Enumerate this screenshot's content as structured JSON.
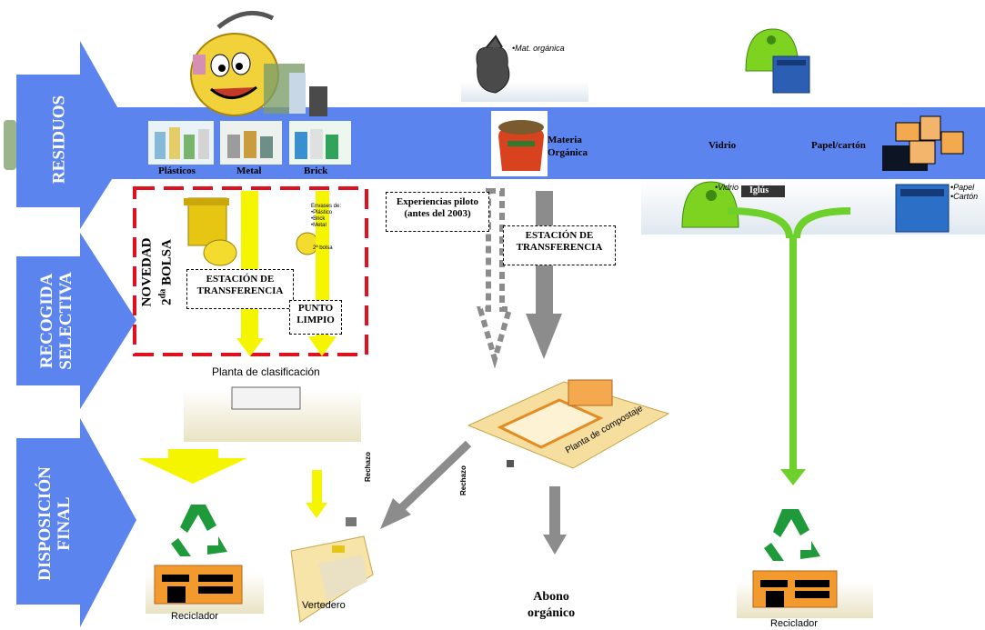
{
  "stages": {
    "residuos": "RESIDUOS",
    "recogida_line1": "RECOGIDA",
    "recogida_line2": "SELECTIVA",
    "disposicion_line1": "DISPOSICIÓN",
    "disposicion_line2": "FINAL"
  },
  "waste_types": {
    "plasticos": "Plásticos",
    "metal": "Metal",
    "brick": "Brick",
    "materia_line1": "Materia",
    "materia_line2": "Orgánica",
    "vidrio": "Vidrio",
    "papel": "Papel/cartón"
  },
  "illustration_labels": {
    "mat_organica": "•Mat. orgánica",
    "vidrio_bin": "•Vidrio",
    "papel_bin_line1": "•Papel",
    "papel_bin_line2": "•Cartón",
    "iglus": "Iglús",
    "envases_line1": "Envases de:",
    "envases_line2": "•Plástico",
    "envases_line3": "•Brick",
    "envases_line4": "•Metal",
    "segunda_bolsa": "2ª bolsa"
  },
  "novedad": {
    "line1": "NOVEDAD",
    "line2_main": "2",
    "line2_sup": "da",
    "line2_rest": " BOLSA"
  },
  "boxes": {
    "estacion_1_line1": "ESTACIÓN DE",
    "estacion_1_line2": "TRANSFERENCIA",
    "punto_line1": "PUNTO",
    "punto_line2": "LIMPIO",
    "experiencias_line1": "Experiencias piloto",
    "experiencias_line2": "(antes del 2003)",
    "estacion_2_line1": "ESTACIÓN DE",
    "estacion_2_line2": "TRANSFERENCIA"
  },
  "facilities": {
    "planta_clasificacion": "Planta de clasificación",
    "planta_compostaje": "Planta de compostaje",
    "reciclador_1": "Reciclador",
    "vertedero": "Vertedero",
    "reciclador_2": "Reciclador",
    "rechazo_1": "Rechazo",
    "rechazo_2": "Rechazo",
    "abono_line1": "Abono",
    "abono_line2": "orgánico"
  },
  "colors": {
    "stage_blue": "#5b84ee",
    "band_blue": "#5b84ee",
    "yellow_arrow": "#f5f500",
    "gray_arrow": "#8c8c8c",
    "green_arrow": "#6ed02a",
    "novedad_dash": "#e0101e",
    "recycle_green": "#1f9a3a",
    "building_orange": "#f29a2e"
  }
}
